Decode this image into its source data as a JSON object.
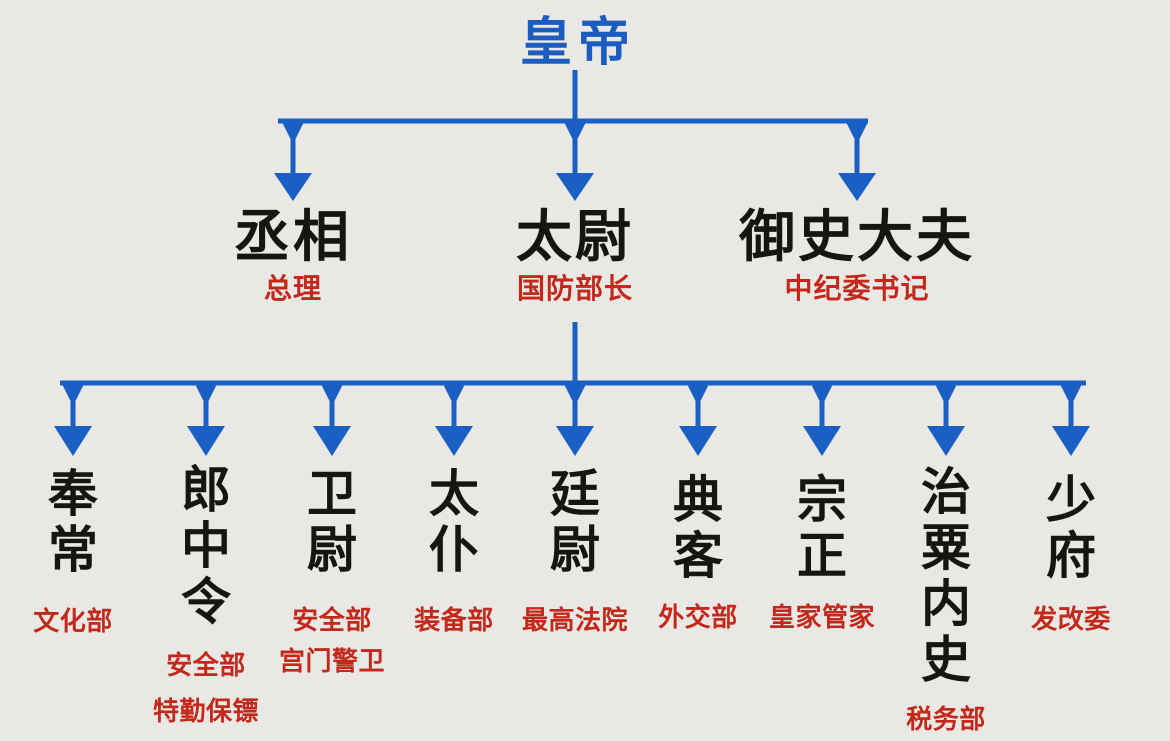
{
  "diagram": {
    "emperor": {
      "name": "皇帝"
    },
    "top_officials": [
      {
        "name": "丞相",
        "modern": "总理"
      },
      {
        "name": "太尉",
        "modern": "国防部长"
      },
      {
        "name": "御史大夫",
        "modern": "中纪委书记"
      }
    ],
    "ministers": [
      {
        "name": "奉常",
        "modern": [
          "文化部"
        ]
      },
      {
        "name": "郎中令",
        "modern": [
          "安全部",
          "特勤保镖"
        ]
      },
      {
        "name": "卫尉",
        "modern": [
          "安全部",
          "宫门警卫"
        ]
      },
      {
        "name": "太仆",
        "modern": [
          "装备部"
        ]
      },
      {
        "name": "廷尉",
        "modern": [
          "最高法院"
        ]
      },
      {
        "name": "典客",
        "modern": [
          "外交部"
        ]
      },
      {
        "name": "宗正",
        "modern": [
          "皇家管家"
        ]
      },
      {
        "name": "治粟内史",
        "modern": [
          "税务部"
        ]
      },
      {
        "name": "少府",
        "modern": [
          "发改委"
        ]
      }
    ],
    "colors": {
      "background": "#e9e8e4",
      "connector_blue": "#1a60c4",
      "official_black": "#171512",
      "modern_red": "#c3281b",
      "emperor_blue": "#1a5cc0"
    }
  }
}
